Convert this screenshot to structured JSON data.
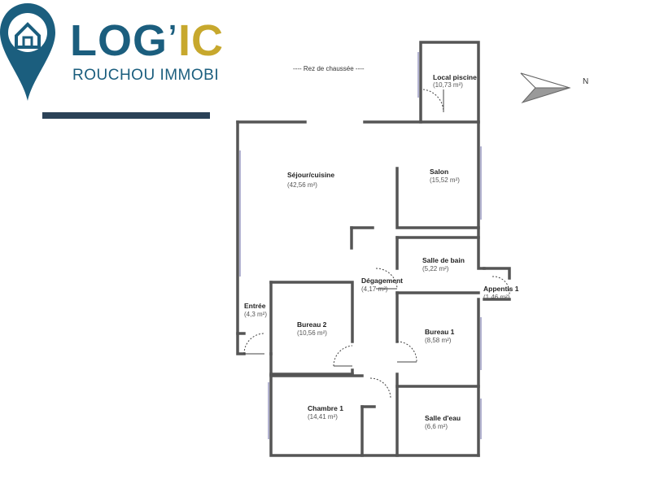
{
  "brand": {
    "name_main": "LOG",
    "name_apostrophe": "’",
    "name_accent": "IC",
    "subtitle": "ROUCHOU IMMOBILI",
    "primary_color": "#1b5e7e",
    "accent_color": "#c7a82d",
    "icon": "map-pin-home-icon"
  },
  "plan": {
    "floor_label": "----  Rez de chaussée  ----",
    "north_label": "N",
    "rooms": [
      {
        "id": "local-piscine",
        "name": "Local piscine",
        "area": "(10,73 m²)"
      },
      {
        "id": "sejour-cuisine",
        "name": "Séjour/cuisine",
        "area": "(42,56 m²)"
      },
      {
        "id": "salon",
        "name": "Salon",
        "area": "(15,52 m²)"
      },
      {
        "id": "salle-de-bain",
        "name": "Salle de bain",
        "area": "(5,22 m²)"
      },
      {
        "id": "degagement",
        "name": "Dégagement",
        "area": "(4,17 m²)"
      },
      {
        "id": "appentis",
        "name": "Appentis 1",
        "area": "(1,46 m²)"
      },
      {
        "id": "entree",
        "name": "Entrée",
        "area": "(4,3 m²)"
      },
      {
        "id": "bureau-2",
        "name": "Bureau 2",
        "area": "(10,56 m²)"
      },
      {
        "id": "bureau-1",
        "name": "Bureau 1",
        "area": "(8,58 m²)"
      },
      {
        "id": "chambre-1",
        "name": "Chambre 1",
        "area": "(14,41 m²)"
      },
      {
        "id": "salle-d-eau",
        "name": "Salle d'eau",
        "area": "(6,6 m²)"
      }
    ]
  }
}
